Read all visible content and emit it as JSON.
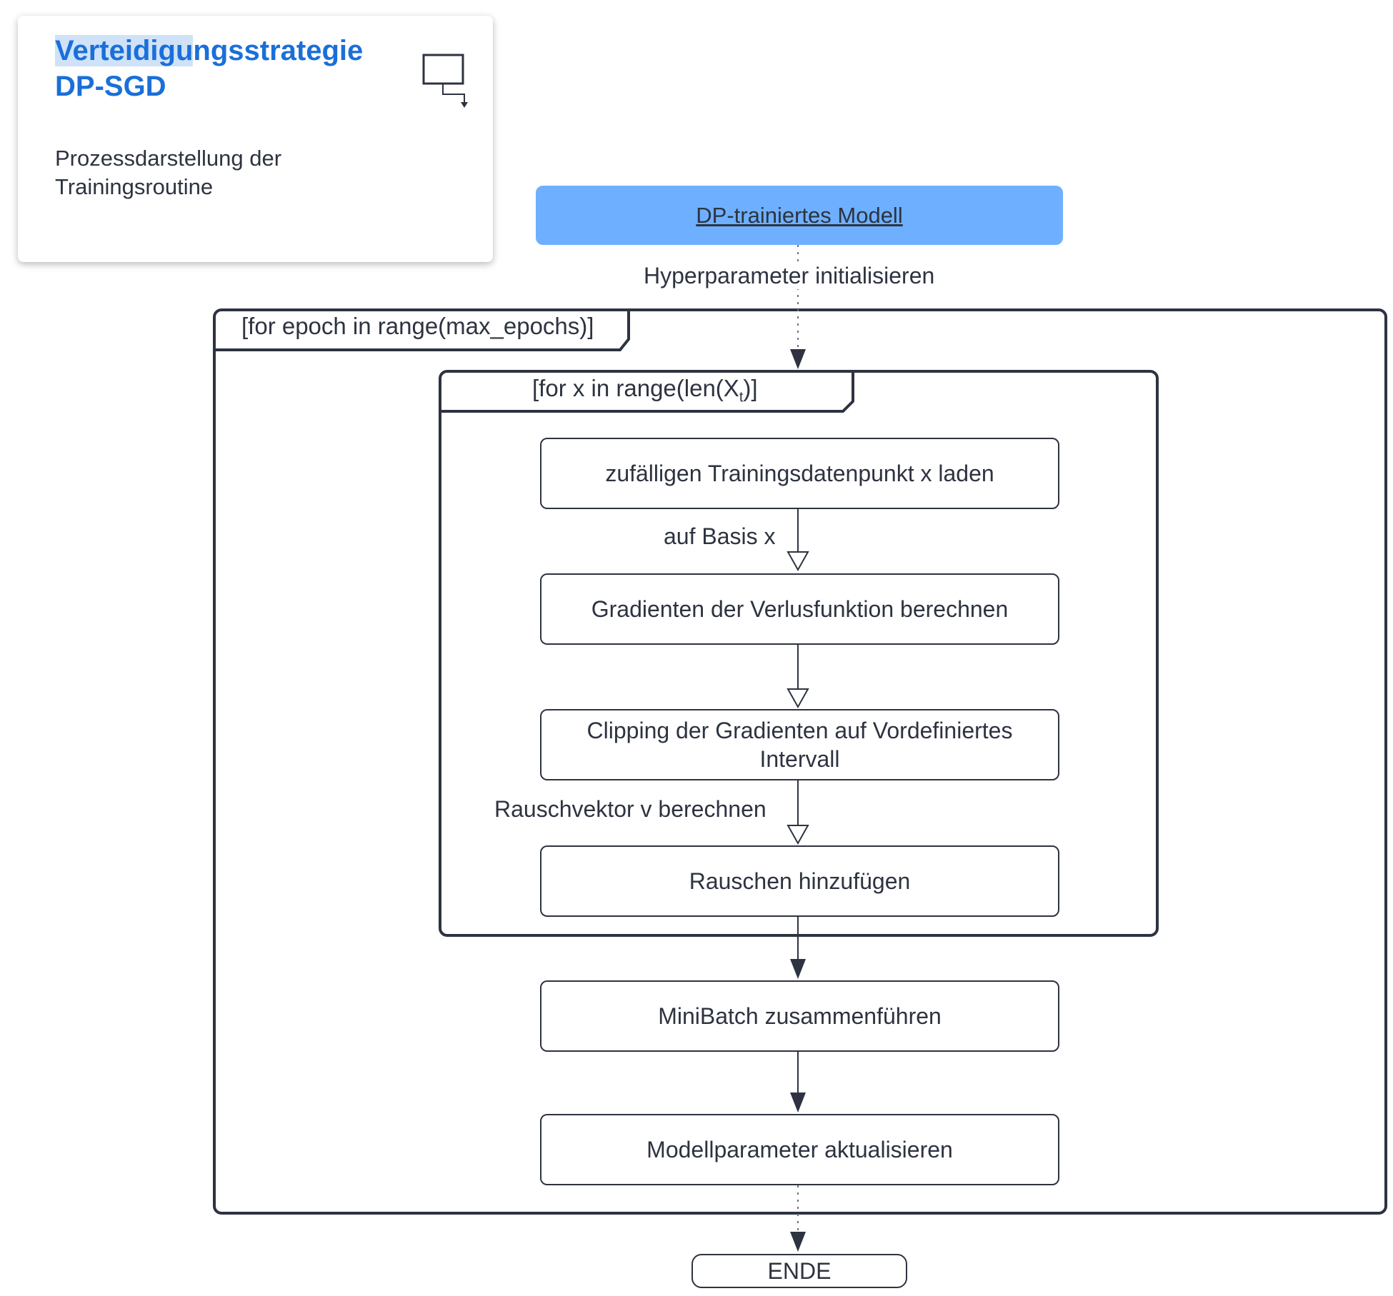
{
  "card": {
    "title_highlight": "Verteidigu",
    "title_rest": "ngsstrategie",
    "title_line2": "DP-SGD",
    "subtitle": "Prozessdarstellung der Trainingsroutine"
  },
  "nodes": {
    "start": "DP-trainiertes Modell",
    "load": "zufälligen Trainingsdatenpunkt x laden",
    "gradients": "Gradienten der Verlusfunktion berechnen",
    "clipping": "Clipping der Gradienten auf Vordefiniertes Intervall",
    "noise": "Rauschen hinzufügen",
    "minibatch": "MiniBatch zusammenführen",
    "update": "Modellparameter aktualisieren",
    "end": "ENDE"
  },
  "frames": {
    "outer": "[for epoch in range(max_epochs)]",
    "inner_prefix": "[for x in range(len(X",
    "inner_sub": "t",
    "inner_suffix": ")]"
  },
  "edge_labels": {
    "init": "Hyperparameter initialisieren",
    "basis": "auf Basis x",
    "noise_vector": "Rauschvektor v berechnen"
  },
  "colors": {
    "accent": "#1a6fd9",
    "start_fill": "#6eb0ff",
    "stroke": "#2d3340"
  }
}
